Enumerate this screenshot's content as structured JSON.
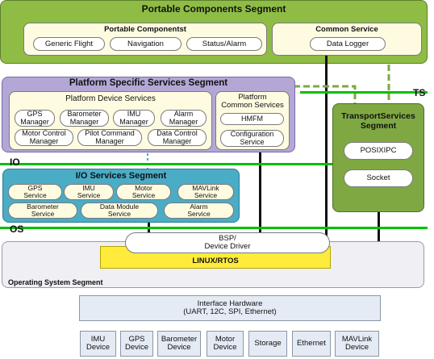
{
  "portable": {
    "title": "Portable Components Segment",
    "components_title": "Portable Componentst",
    "components": [
      "Generic Flight",
      "Navigation",
      "Status/Alarm"
    ],
    "common_service_title": "Common Service",
    "common_service_item": "Data Logger"
  },
  "platform": {
    "title": "Platform Specific Services Segment",
    "device_services_title": "Platform  Device Services",
    "managers": [
      "GPS\nManager",
      "Barometer\nManager",
      "IMU\nManager",
      "Alarm\nManager",
      "Motor Control\nManager",
      "Pilot Command\nManager",
      "Data Control\nManager"
    ],
    "common_title": "Platform\nCommon Services",
    "hmfm": "HMFM",
    "config": "Configuration\nService"
  },
  "transport": {
    "title": "TransportServices\nSegment",
    "items": [
      "POSIXIPC",
      "Socket"
    ]
  },
  "io": {
    "title": "I/O Services  Segment",
    "row1": [
      "GPS\nService",
      "IMU\nService",
      "Motor\nService",
      "MAVLink\nService"
    ],
    "row2": [
      "Barometer\nService",
      "Data Module\nService",
      "Alarm\nService"
    ]
  },
  "os": {
    "bsp": "BSP/\nDevice Driver",
    "linux": "LINUX/RTOS",
    "segment": "Operating System Segment"
  },
  "labels": {
    "ts": "TS",
    "io": "IO",
    "os": "OS"
  },
  "hardware": {
    "interface": "Interface Hardware\n(UART, 12C, SPI, Ethernet)",
    "devices": [
      "IMU\nDevice",
      "GPS\nDevice",
      "Barometer\nDevice",
      "Motor\nDevice",
      "Storage",
      "Ethernet",
      "MAVLink\nDevice"
    ]
  },
  "colors": {
    "portable_fill": "#8fbc45",
    "platform_fill": "#b4a7d6",
    "transport_fill": "#7fa843",
    "io_fill": "#4bacc6",
    "os_fill": "#efeff4",
    "line_green": "#00c000",
    "linux_fill": "#ffeb3b"
  }
}
